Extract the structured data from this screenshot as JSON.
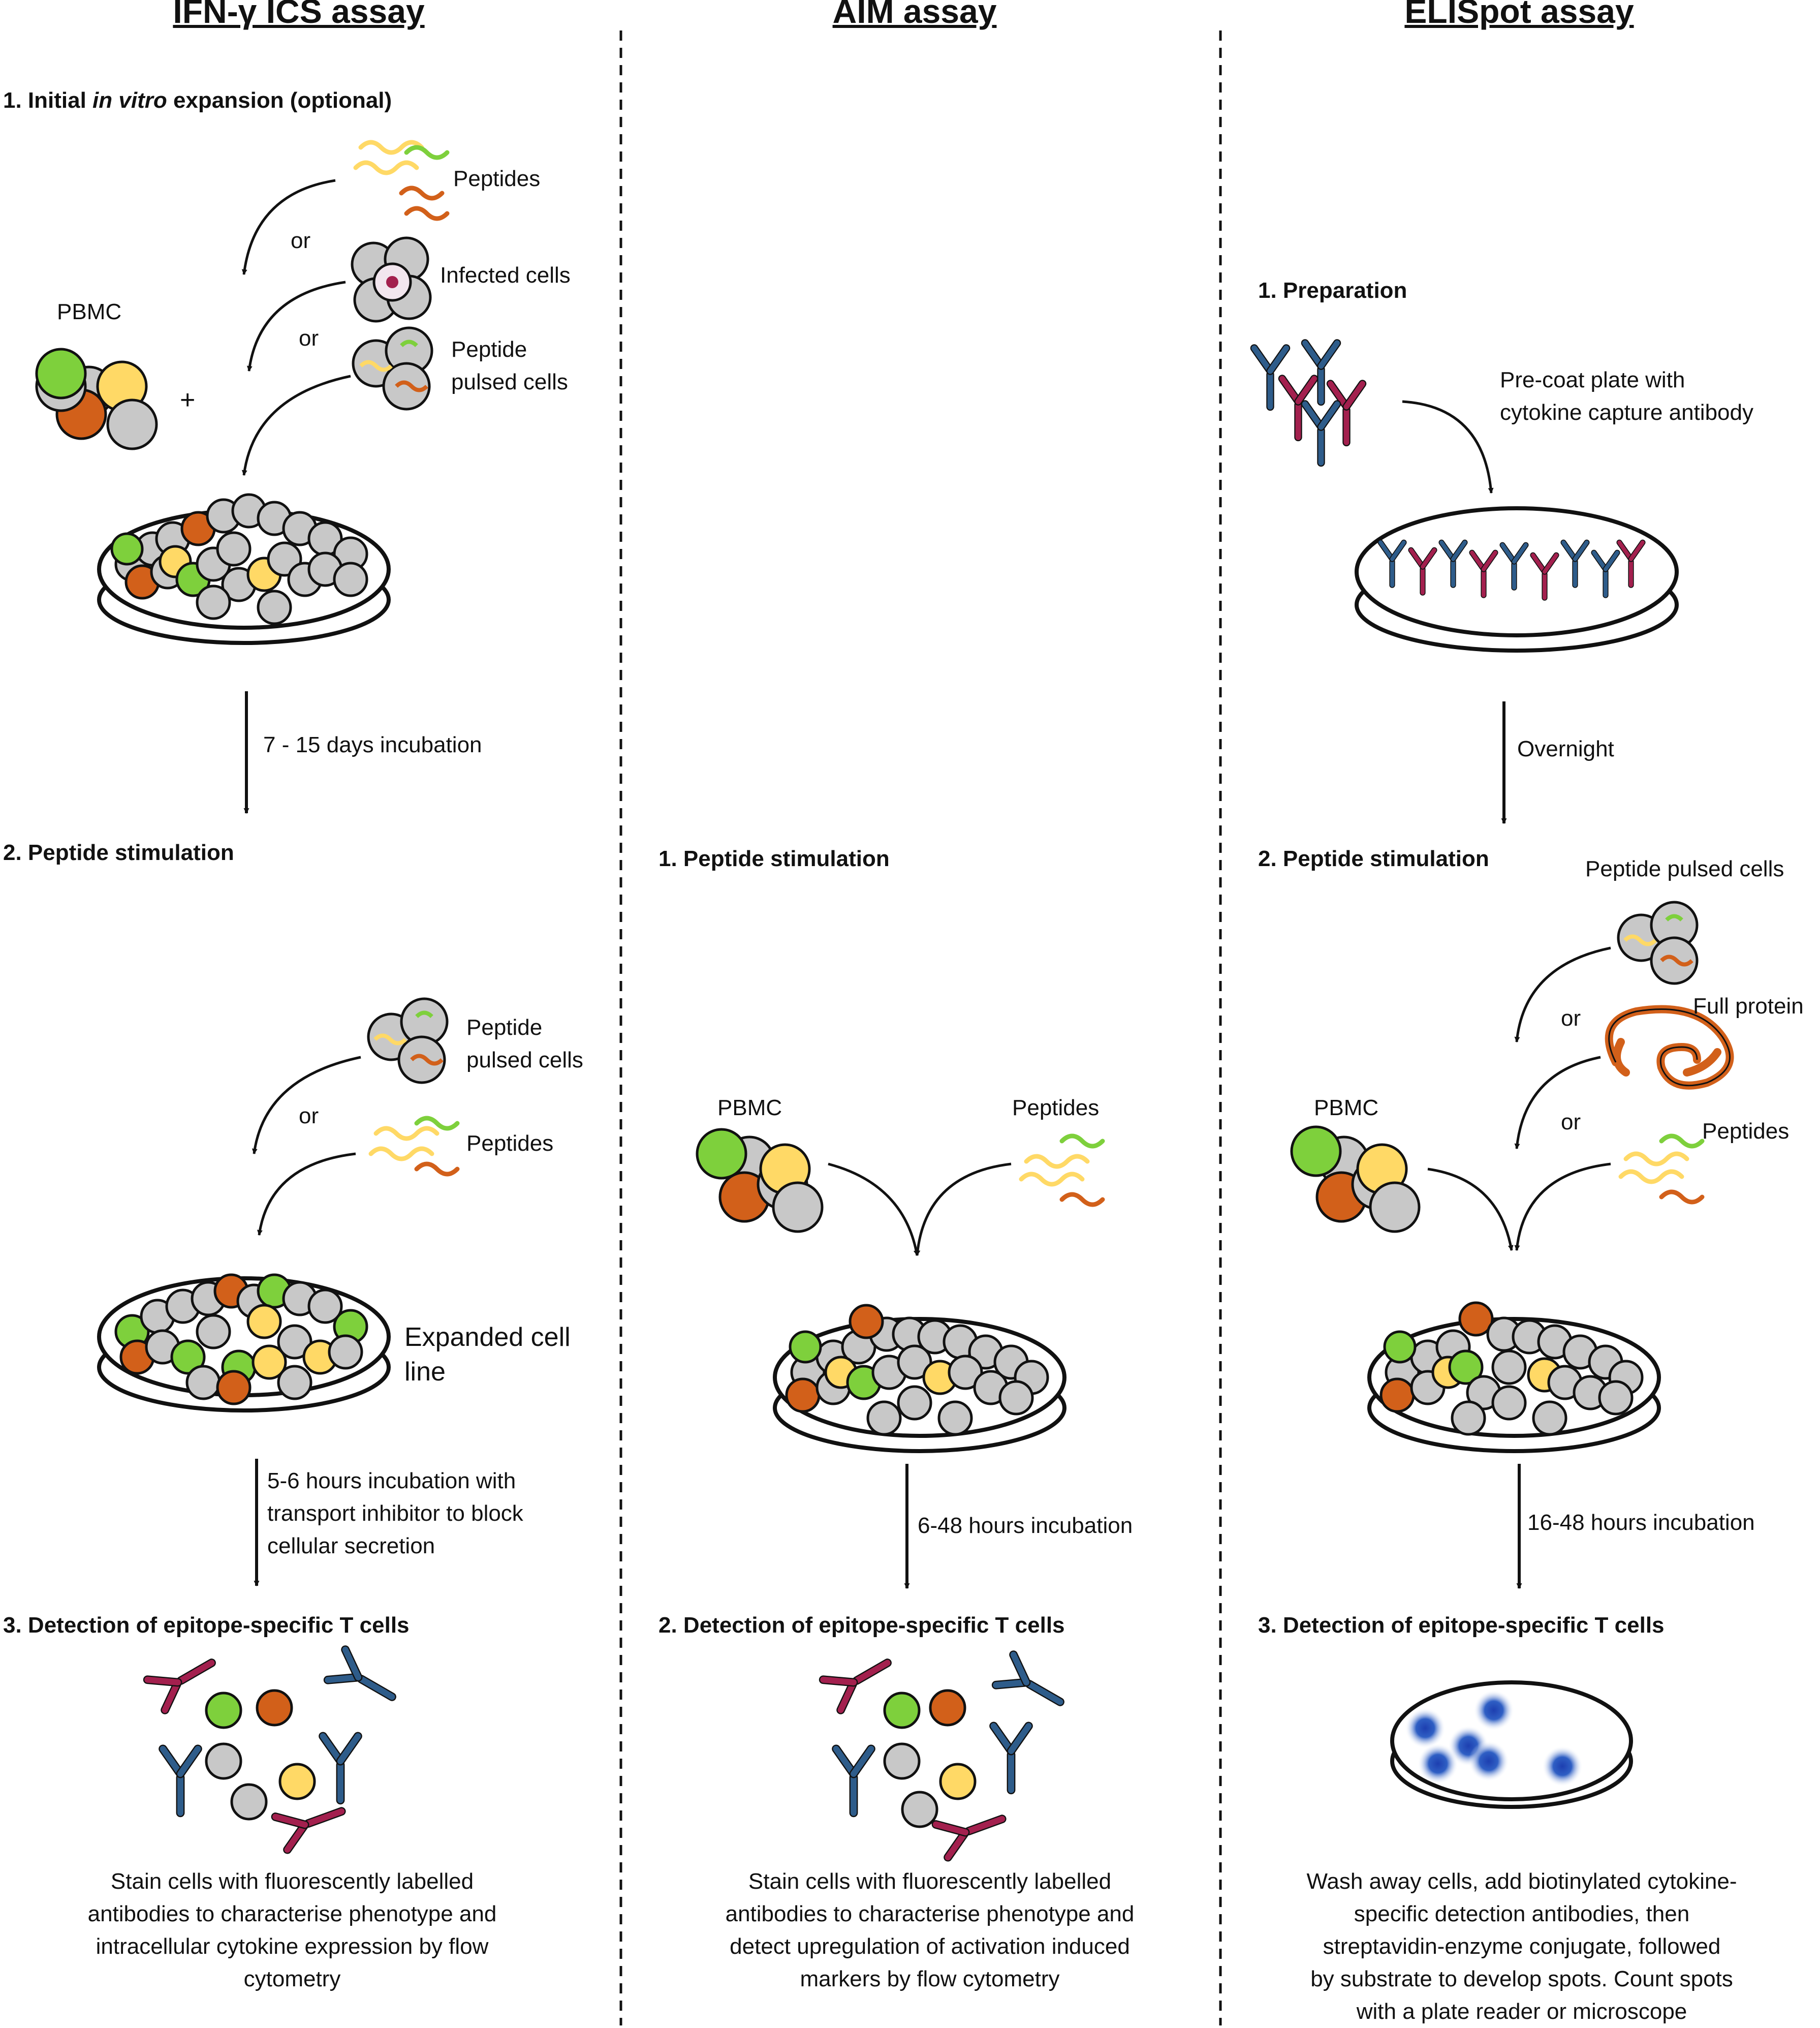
{
  "columns": {
    "ics": {
      "header": "IFN-γ ICS assay",
      "step1_num": "1. Initial ",
      "step1_em": "in vitro",
      "step1_rest": " expansion (optional)",
      "peptides": "Peptides",
      "or1": "or",
      "infected_cells": "Infected cells",
      "or2": "or",
      "peptide_pulsed_1": "Peptide",
      "peptide_pulsed_2": "pulsed cells",
      "pbmc": "PBMC",
      "plus": "+",
      "incubation1": "7 - 15 days incubation",
      "step2": "2. Peptide stimulation",
      "s2_pulsed_1": "Peptide",
      "s2_pulsed_2": "pulsed cells",
      "s2_or": "or",
      "s2_peptides": "Peptides",
      "expanded_1": "Expanded cell",
      "expanded_2": "line",
      "incubation2_1": "5-6 hours incubation with",
      "incubation2_2": "transport inhibitor to block",
      "incubation2_3": "cellular secretion",
      "step3": "3. Detection of epitope-specific T cells",
      "desc_1": "Stain cells with fluorescently labelled",
      "desc_2": "antibodies to characterise phenotype and",
      "desc_3": "intracellular cytokine expression by flow",
      "desc_4": "cytometry"
    },
    "aim": {
      "header": "AIM assay",
      "step1": "1. Peptide stimulation",
      "pbmc": "PBMC",
      "peptides": "Peptides",
      "incubation": "6-48 hours incubation",
      "step2": "2. Detection of epitope-specific T cells",
      "desc_1": "Stain cells with fluorescently labelled",
      "desc_2": "antibodies to characterise phenotype and",
      "desc_3": "detect upregulation of activation induced",
      "desc_4": "markers by flow cytometry"
    },
    "elispot": {
      "header": "ELISpot assay",
      "step1": "1. Preparation",
      "precoat_1": "Pre-coat plate with",
      "precoat_2": "cytokine capture antibody",
      "overnight": "Overnight",
      "step2": "2. Peptide stimulation",
      "pulsed_cells": "Peptide pulsed cells",
      "or1": "or",
      "full_protein": "Full protein",
      "or2": "or",
      "pbmc": "PBMC",
      "peptides": "Peptides",
      "incubation": "16-48 hours incubation",
      "step3": "3. Detection of epitope-specific T cells",
      "desc_1": "Wash away cells, add biotinylated cytokine-",
      "desc_2": "specific detection antibodies, then",
      "desc_3": "streptavidin-enzyme conjugate, followed",
      "desc_4": "by substrate to develop spots. Count spots",
      "desc_5": "with a plate reader or microscope"
    }
  },
  "colors": {
    "green": "#7ed03c",
    "orange": "#d2601a",
    "yellow": "#ffd966",
    "grey": "#c8c8c8",
    "antibody_blue": "#2e5c8a",
    "antibody_red": "#a3204e",
    "spot_blue": "#2f5fc4"
  }
}
